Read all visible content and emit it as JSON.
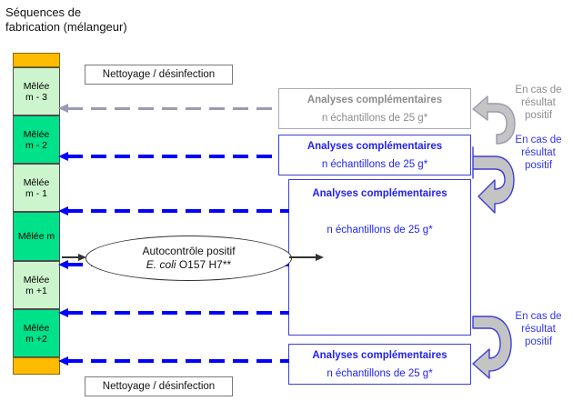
{
  "title": {
    "line1": "Séquences de",
    "line2": "fabrication (mélangeur)"
  },
  "sequence_column": {
    "cells": [
      {
        "id": "clean-top",
        "type": "cleaning",
        "label1": "",
        "label2": ""
      },
      {
        "id": "melee-m-3",
        "type": "batch-light",
        "label1": "Mêlée",
        "label2": "m - 3"
      },
      {
        "id": "melee-m-2",
        "type": "batch-bright",
        "label1": "Mêlée",
        "label2": "m - 2"
      },
      {
        "id": "melee-m-1",
        "type": "batch-light",
        "label1": "Mêlée",
        "label2": "m - 1"
      },
      {
        "id": "melee-m",
        "type": "batch-bright",
        "label1": "Mêlée m",
        "label2": ""
      },
      {
        "id": "melee-m-p1",
        "type": "batch-light",
        "label1": "Mêlée",
        "label2": "m +1"
      },
      {
        "id": "melee-m-p2",
        "type": "batch-bright",
        "label1": "Mêlée",
        "label2": "m +2"
      },
      {
        "id": "clean-bottom",
        "type": "cleaning",
        "label1": "",
        "label2": ""
      }
    ]
  },
  "cleaning_boxes": {
    "top_label": "Nettoyage / désinfection",
    "bottom_label": "Nettoyage / désinfection"
  },
  "analyses_boxes": [
    {
      "id": "analyses-1",
      "state": "faded",
      "title": "Analyses complémentaires",
      "subtitle": "n échantillons de 25 g*"
    },
    {
      "id": "analyses-2",
      "state": "active",
      "title": "Analyses complémentaires",
      "subtitle": "n échantillons de 25 g*"
    },
    {
      "id": "analyses-3",
      "state": "active",
      "title": "Analyses complémentaires",
      "subtitle": "n échantillons de 25 g*"
    },
    {
      "id": "analyses-4",
      "state": "active",
      "title": "Analyses complémentaires",
      "subtitle": "n échantillons de 25 g*"
    }
  ],
  "ellipse": {
    "line1": "Autocontrôle positif",
    "line2_italic": "E. coli",
    "line2_rest": " O157 H7**"
  },
  "positive_result_labels": [
    {
      "id": "encas-1",
      "state": "faded",
      "line1": "En cas de",
      "line2": "résultat",
      "line3": "positif"
    },
    {
      "id": "encas-2",
      "state": "active",
      "line1": "En cas de",
      "line2": "résultat",
      "line3": "positif"
    },
    {
      "id": "encas-3",
      "state": "active",
      "line1": "En cas de",
      "line2": "résultat",
      "line3": "positif"
    }
  ],
  "colors": {
    "cleaning_orange": "#ffbb00",
    "batch_light_green": "#cdf5cd",
    "batch_bright_green": "#00e28a",
    "active_blue": "#0000ff",
    "faded_grey": "#9a9ab4",
    "uturn_fill": "#bfbfbf"
  }
}
